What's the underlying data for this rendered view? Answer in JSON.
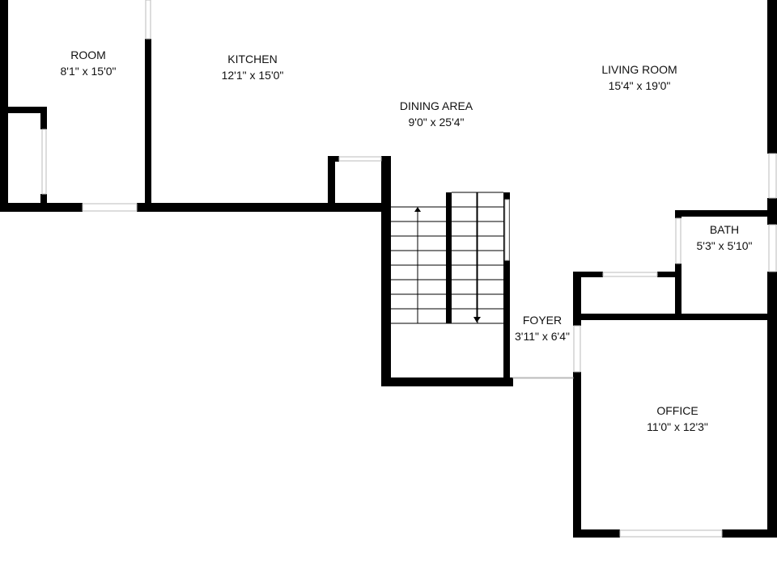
{
  "rooms": [
    {
      "name": "ROOM",
      "size": "8'1\" x 15'0\""
    },
    {
      "name": "KITCHEN",
      "size": "12'1\" x 15'0\""
    },
    {
      "name": "DINING AREA",
      "size": "9'0\" x 25'4\""
    },
    {
      "name": "LIVING ROOM",
      "size": "15'4\" x 19'0\""
    },
    {
      "name": "BATH",
      "size": "5'3\" x 5'10\""
    },
    {
      "name": "FOYER",
      "size": "3'11\" x 6'4\""
    },
    {
      "name": "OFFICE",
      "size": "11'0\" x 12'3\""
    }
  ]
}
